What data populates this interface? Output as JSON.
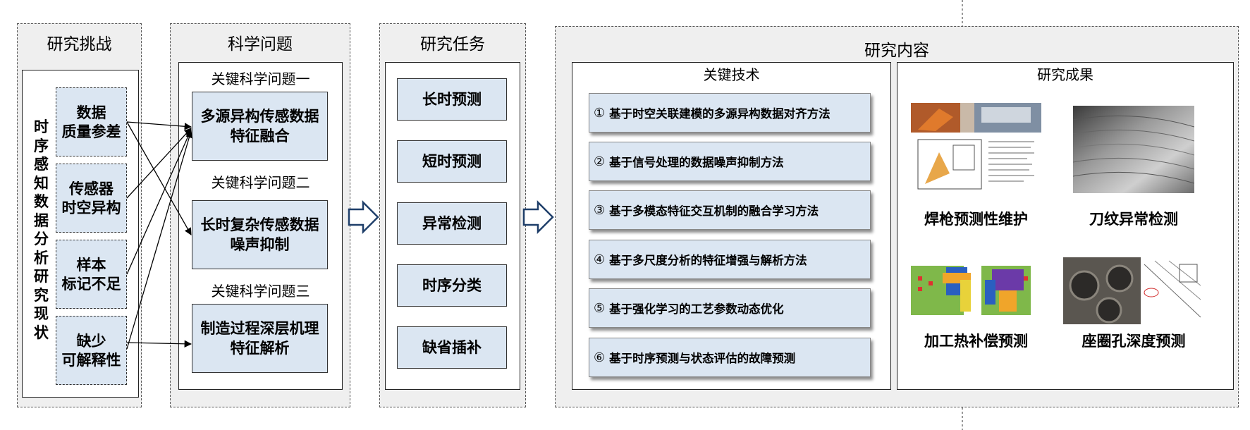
{
  "challenges": {
    "title": "研究挑战",
    "vertical_label": "时序感知数据分析研究现状",
    "items": [
      [
        "数据",
        "质量参差"
      ],
      [
        "传感器",
        "时空异构"
      ],
      [
        "样本",
        "标记不足"
      ],
      [
        "缺少",
        "可解释性"
      ]
    ]
  },
  "problems": {
    "title": "科学问题",
    "items": [
      {
        "label": "关键科学问题一",
        "text": [
          "多源异构传感数据",
          "特征融合"
        ]
      },
      {
        "label": "关键科学问题二",
        "text": [
          "长时复杂传感数据",
          "噪声抑制"
        ]
      },
      {
        "label": "关键科学问题三",
        "text": [
          "制造过程深层机理",
          "特征解析"
        ]
      }
    ]
  },
  "tasks": {
    "title": "研究任务",
    "items": [
      "长时预测",
      "短时预测",
      "异常检测",
      "时序分类",
      "缺省插补"
    ]
  },
  "content": {
    "title": "研究内容",
    "tech_title": "关键技术",
    "tech_items": [
      {
        "num": "①",
        "text": "基于时空关联建模的多源异构数据对齐方法"
      },
      {
        "num": "②",
        "text": "基于信号处理的数据噪声抑制方法"
      },
      {
        "num": "③",
        "text": "基于多模态特征交互机制的融合学习方法"
      },
      {
        "num": "④",
        "text": "基于多尺度分析的特征增强与解析方法"
      },
      {
        "num": "⑤",
        "text": "基于强化学习的工艺参数动态优化"
      },
      {
        "num": "⑥",
        "text": "基于时序预测与状态评估的故障预测"
      }
    ],
    "results_title": "研究成果",
    "results": [
      "焊枪预测性维护",
      "刀纹异常检测",
      "加工热补偿预测",
      "座圈孔深度预测"
    ]
  }
}
